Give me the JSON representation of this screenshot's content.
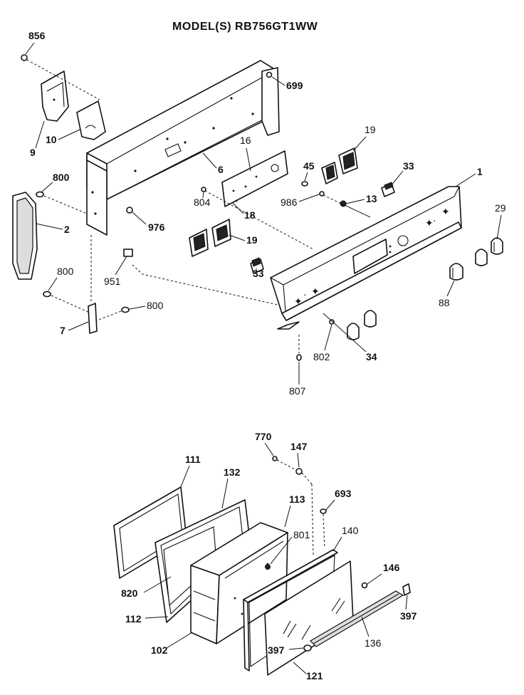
{
  "title": "MODEL(S) RB756GT1WW",
  "labels": {
    "l856": "856",
    "l699": "699",
    "l10": "10",
    "l9": "9",
    "l6": "6",
    "l16": "16",
    "l19a": "19",
    "l45": "45",
    "l33a": "33",
    "l1": "1",
    "l800a": "800",
    "l804": "804",
    "l18": "18",
    "l986": "986",
    "l13": "13",
    "l29": "29",
    "l2": "2",
    "l976": "976",
    "l19b": "19",
    "l951": "951",
    "l800b": "800",
    "l33b": "33",
    "l88": "88",
    "l800c": "800",
    "l7": "7",
    "l802": "802",
    "l34": "34",
    "l807": "807",
    "l770": "770",
    "l147": "147",
    "l111": "111",
    "l132": "132",
    "l693": "693",
    "l113": "113",
    "l801": "801",
    "l140": "140",
    "l820": "820",
    "l146": "146",
    "l112": "112",
    "l397a": "397",
    "l102": "102",
    "l397b": "397",
    "l136": "136",
    "l121": "121"
  }
}
